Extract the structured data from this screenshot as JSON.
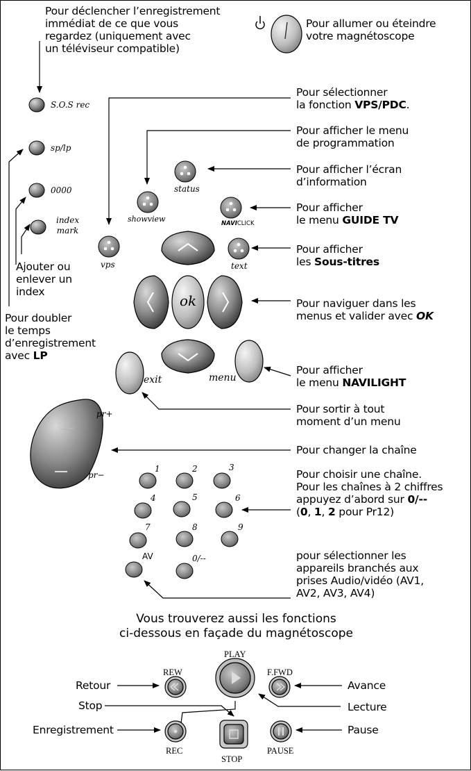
{
  "callouts": {
    "sos_rec": [
      "Pour déclencher l’enregistrement",
      "immédiat de ce que vous",
      "regardez (uniquement avec",
      "un téléviseur compatible)"
    ],
    "power": [
      "Pour allumer ou éteindre",
      "votre magnétoscope"
    ],
    "vps": [
      "Pour sélectionner",
      "la fonction "
    ],
    "vps_bold": "VPS/PDC",
    "vps_tail": ".",
    "showview": [
      "Pour afficher le menu",
      "de programmation"
    ],
    "status": [
      "Pour afficher l’écran",
      "d’information"
    ],
    "naviclick": [
      "Pour afficher",
      "le menu "
    ],
    "naviclick_bold": "GUIDE TV",
    "text": [
      "Pour afficher",
      "les "
    ],
    "text_bold": "Sous-titres",
    "navigate": [
      "Pour naviguer dans les",
      "menus et valider avec "
    ],
    "navigate_bold": "OK",
    "index": [
      "Ajouter ou",
      "enlever un",
      "index"
    ],
    "splp": [
      "Pour doubler",
      "le temps",
      "d’enregistrement",
      "avec "
    ],
    "splp_bold": "LP",
    "menu": [
      "Pour afficher",
      "le menu "
    ],
    "menu_bold": "NAVILIGHT",
    "exit": [
      "Pour sortir à tout",
      "moment d’un menu"
    ],
    "channel": "Pour changer la chaîne",
    "digits": [
      "Pour choisir une chaîne.",
      "Pour les chaînes à 2 chiffres",
      "appuyez d’abord sur "
    ],
    "digits_bold_1": "0/--",
    "digits_line4_a": "(",
    "digits_line4_b": "0",
    "digits_line4_c": ", ",
    "digits_line4_d": "1",
    "digits_line4_e": ", ",
    "digits_line4_f": "2",
    "digits_line4_g": " pour Pr12)",
    "av": [
      "pour sélectionner les",
      "appareils branchés aux",
      "prises Audio/vidéo (AV1,",
      "AV2, AV3, AV4)"
    ]
  },
  "front_panel_title": [
    "Vous trouverez aussi les fonctions",
    "ci-dessous en façade du magnétoscope"
  ],
  "remote_labels": {
    "sos_rec": "S.O.S rec",
    "splp": "sp/lp",
    "zeros": "0000",
    "index_mark": [
      "index",
      "mark"
    ],
    "status": "status",
    "showview": "showview",
    "navi": "NAVI",
    "click": "CLICK",
    "vps": "vps",
    "text": "text",
    "ok": "ok",
    "exit": "exit",
    "menu": "menu",
    "pr_plus": "pr+",
    "pr_minus": "pr−",
    "digits": [
      "1",
      "2",
      "3",
      "4",
      "5",
      "6",
      "7",
      "8",
      "9"
    ],
    "av": "AV",
    "zero_dash": "0/--"
  },
  "front_panel": {
    "play": "PLAY",
    "rew": "REW",
    "ffwd": "F.FWD",
    "rec": "REC",
    "stop": "STOP",
    "pause": "PAUSE",
    "retour": "Retour",
    "avance": "Avance",
    "stop_label": "Stop",
    "lecture": "Lecture",
    "enregistrement": "Enregistrement",
    "pause_label": "Pause"
  },
  "colors": {
    "button": "#8e8e8e",
    "button_dark": "#5a5a5a",
    "line": "#000000"
  }
}
